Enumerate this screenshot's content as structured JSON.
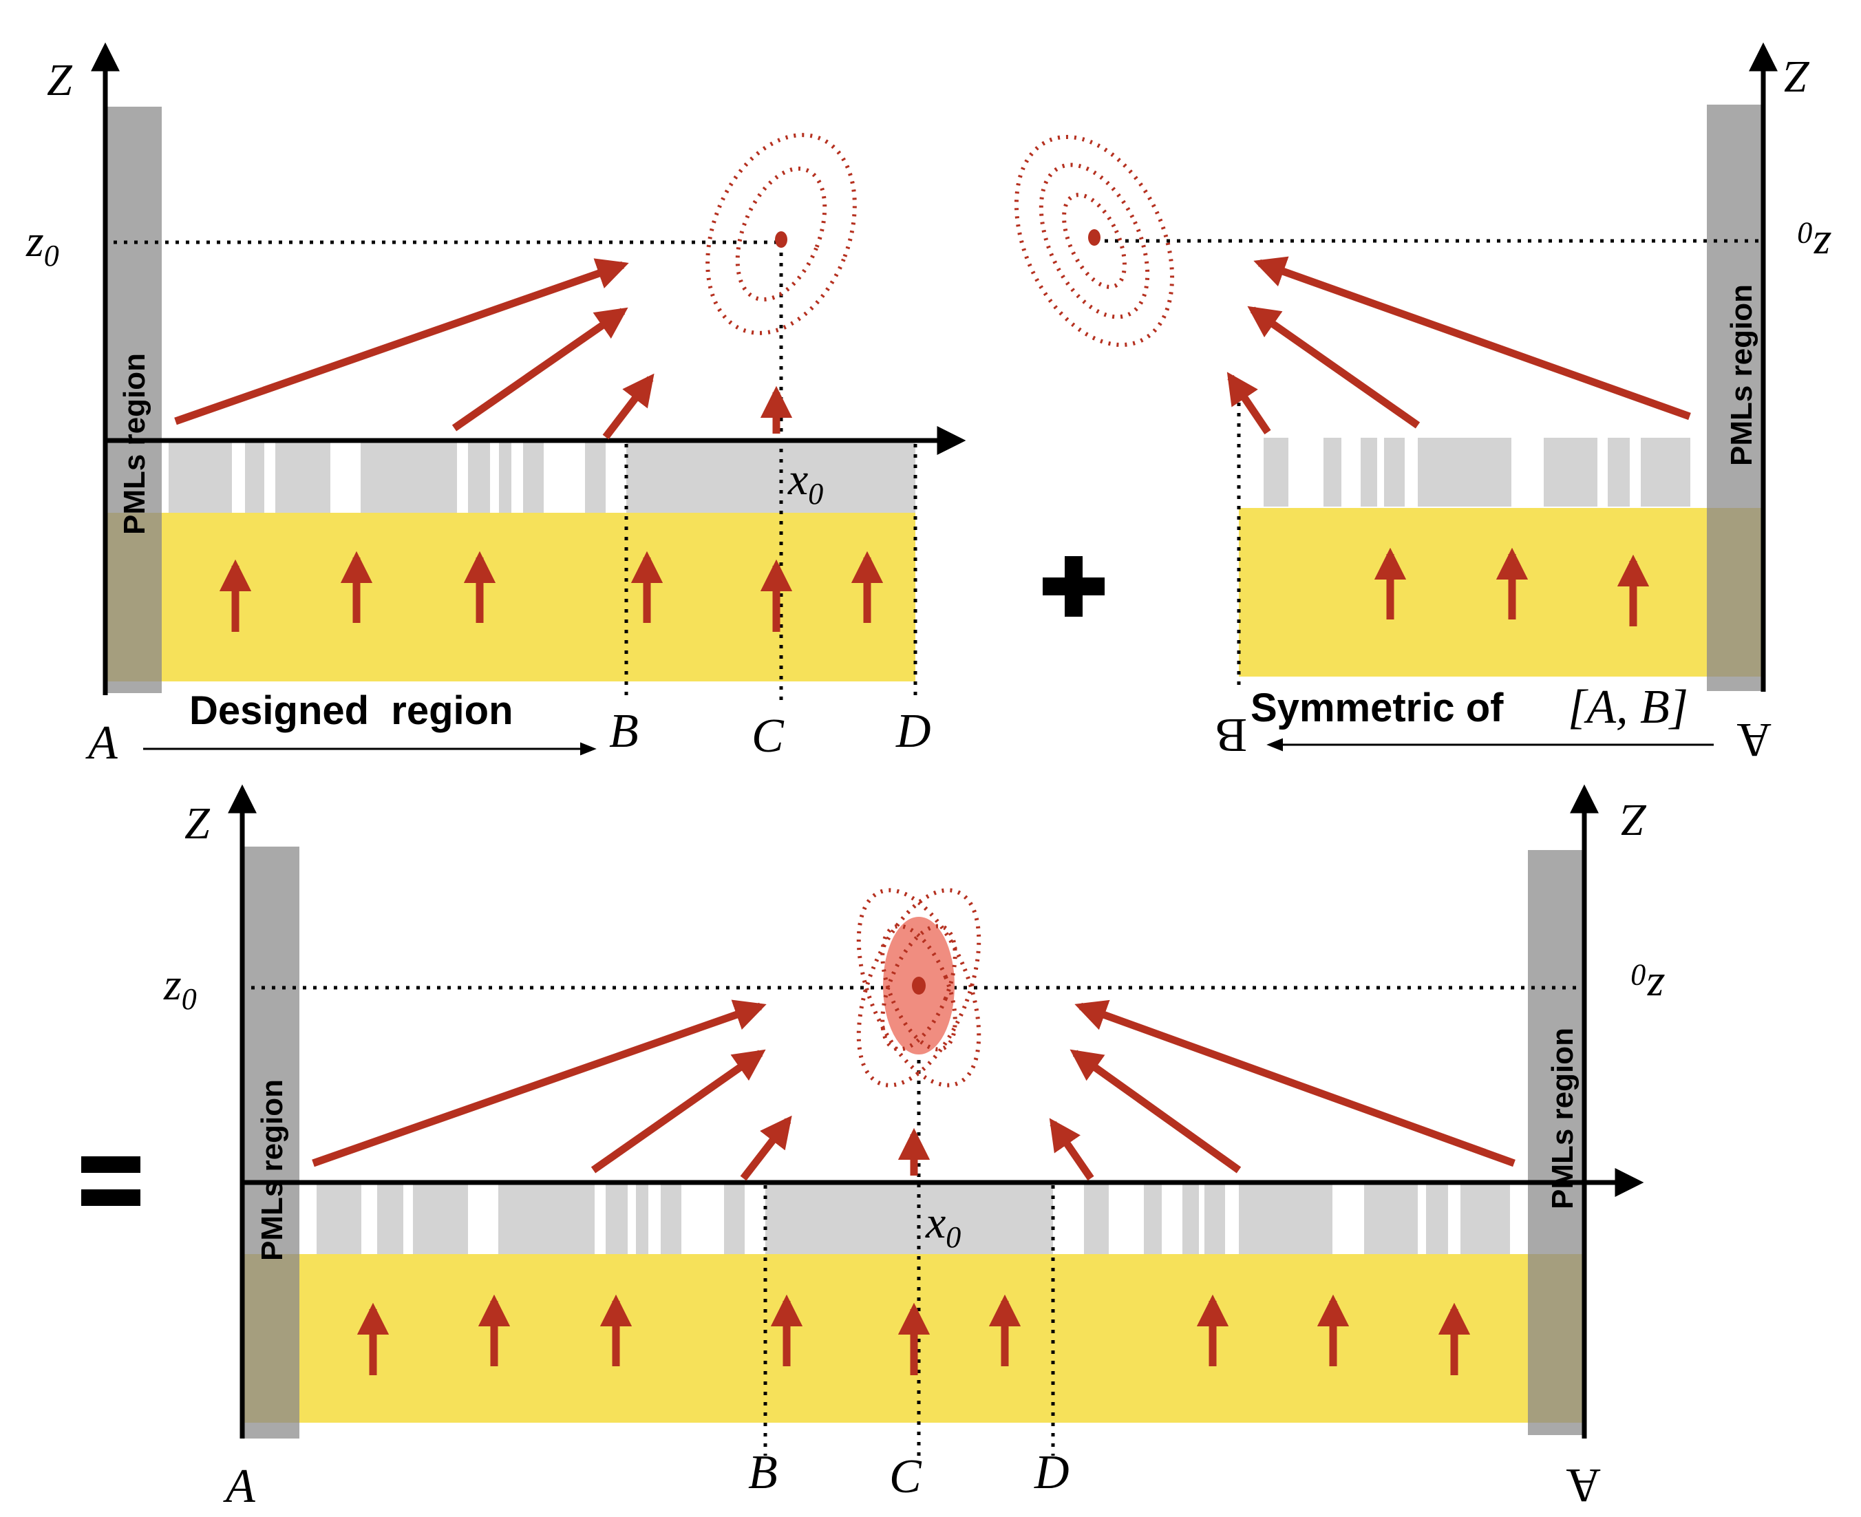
{
  "labels": {
    "z_axis": "Z",
    "z0": "z",
    "z0_sub": "0",
    "x0": "x",
    "x0_sub": "0",
    "pml": "PMLs region",
    "designed_region": "Designed  region",
    "symmetric_of": "Symmetric of",
    "interval": "[A, B]",
    "point_a": "A",
    "point_b": "B",
    "point_c": "C",
    "point_d": "D",
    "plus": "+",
    "equals": "="
  },
  "colors": {
    "pml_gray": "#a9a9a9",
    "pml_overlap": "#a59e7e",
    "substrate_yellow": "#f6e15a",
    "grating_gray": "#d3d3d3",
    "arrow_red": "#b5301f",
    "focus_fill": "#f08d80",
    "axis_black": "#000000"
  },
  "icons": {
    "axis_arrow": "arrow-up-icon",
    "wave_arrow": "red-arrow-icon",
    "focal_contours": "dotted-ellipse-icon"
  }
}
